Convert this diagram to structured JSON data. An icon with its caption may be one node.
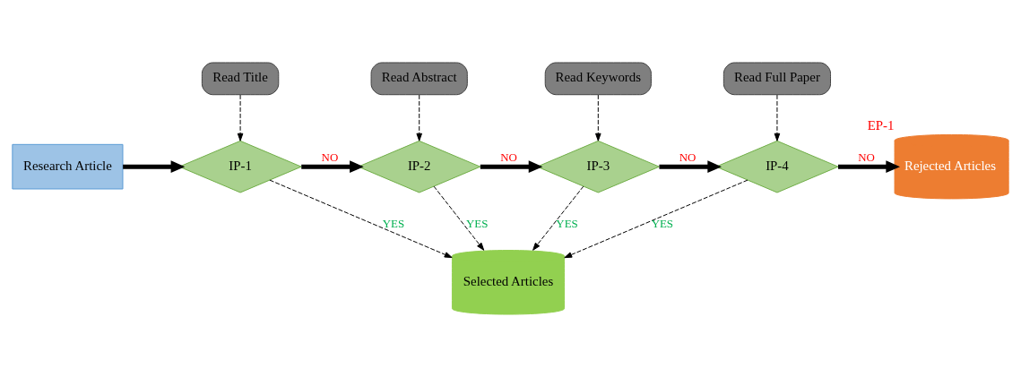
{
  "diagram": {
    "nodes": [
      {
        "text": [
          "Research Article"
        ]
      },
      {
        "text": [
          "Read Title"
        ]
      },
      {
        "text": [
          "Read Abstract"
        ]
      },
      {
        "text": [
          "Read Keywords"
        ]
      },
      {
        "text": [
          "Read Full Paper"
        ]
      },
      {
        "text": [
          "IP-1"
        ]
      },
      {
        "text": [
          "IP-2"
        ]
      },
      {
        "text": [
          "IP-3"
        ]
      },
      {
        "text": [
          "IP-4"
        ]
      },
      {
        "text": [
          "Rejected Articles"
        ],
        "beside": [
          "EP-1"
        ]
      },
      {
        "text": [
          "Selected Articles"
        ]
      }
    ],
    "edges": [
      {
        "from": 0,
        "to": 5,
        "arrow": "to",
        "style": "thick"
      },
      {
        "from": 1,
        "to": 5,
        "arrow": "to",
        "style": "dashed"
      },
      {
        "from": 5,
        "to": 6,
        "arrow": "to",
        "style": "thick",
        "label": "NO"
      },
      {
        "from": 2,
        "to": 6,
        "arrow": "to",
        "style": "dashed"
      },
      {
        "from": 6,
        "to": 7,
        "arrow": "to",
        "style": "thick",
        "label": "NO"
      },
      {
        "from": 3,
        "to": 7,
        "arrow": "to",
        "style": "dashed"
      },
      {
        "from": 7,
        "to": 8,
        "arrow": "to",
        "style": "thick",
        "label": "NO"
      },
      {
        "from": 4,
        "to": 8,
        "arrow": "to",
        "style": "dashed"
      },
      {
        "from": 8,
        "to": 9,
        "arrow": "to",
        "style": "thick",
        "label": "NO"
      },
      {
        "from": 5,
        "to": 10,
        "arrow": "to",
        "style": "dashed",
        "label": "YES"
      },
      {
        "from": 6,
        "to": 10,
        "arrow": "to",
        "style": "dashed",
        "label": "YES"
      },
      {
        "from": 7,
        "to": 10,
        "arrow": "to",
        "style": "dashed",
        "label": "YES"
      },
      {
        "from": 8,
        "to": 10,
        "arrow": "to",
        "style": "dashed",
        "label": "YES"
      }
    ]
  }
}
